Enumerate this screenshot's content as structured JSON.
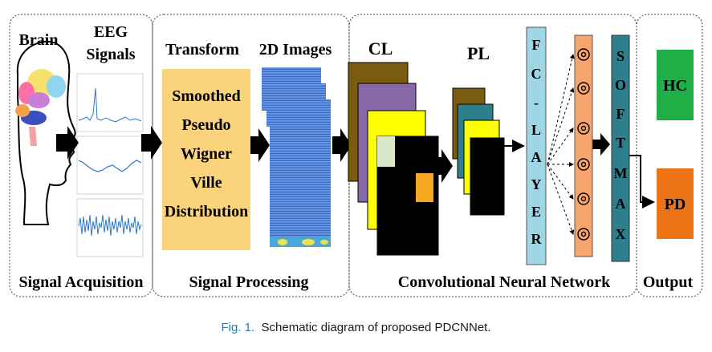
{
  "stages": {
    "acquisition": "Signal Acquisition",
    "processing": "Signal Processing",
    "cnn": "Convolutional Neural Network",
    "output": "Output"
  },
  "labels": {
    "brain": "Brain",
    "eeg_line1": "EEG",
    "eeg_line2": "Signals",
    "transform": "Transform",
    "images_2d": "2D Images",
    "cl": "CL",
    "pl": "PL"
  },
  "transform_box": {
    "lines": [
      "Smoothed",
      "Pseudo",
      "Wigner",
      "Ville",
      "Distribution"
    ]
  },
  "fc_layer": {
    "letters": [
      "F",
      "C",
      "-",
      "L",
      "A",
      "Y",
      "E",
      "R"
    ]
  },
  "softmax": {
    "letters": [
      "S",
      "O",
      "F",
      "T",
      "M",
      "A",
      "X"
    ]
  },
  "outputs": {
    "hc": "HC",
    "pd": "PD"
  },
  "caption": {
    "fig": "Fig. 1.",
    "text": "Schematic diagram of proposed PDCNNet."
  },
  "colors": {
    "transform_box": "#fbd37c",
    "cl_1": "#7a5c10",
    "cl_2": "#8668a8",
    "cl_3": "#ffff00",
    "pl_1": "#7a5c10",
    "pl_2": "#2e7f8c",
    "pl_3": "#ffff00",
    "fc_layer": "#9fd6e6",
    "neuron": "#f6a56e",
    "softmax": "#2e7f8c",
    "hc": "#1eb046",
    "pd": "#ec7316"
  }
}
